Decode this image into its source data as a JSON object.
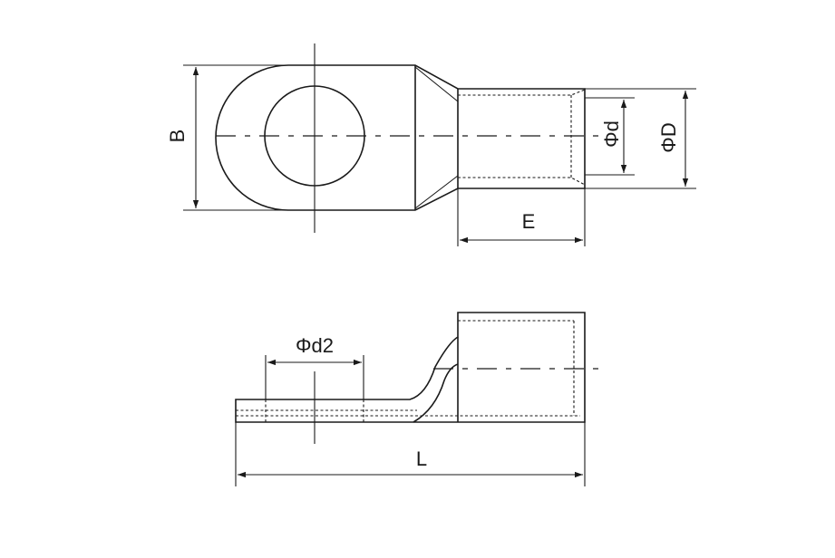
{
  "labels": {
    "B": "B",
    "d": "Φd",
    "D": "ΦD",
    "E": "E",
    "d2": "Φd2",
    "L": "L"
  },
  "colors": {
    "line": "#1a1a1a",
    "background": "#ffffff"
  }
}
